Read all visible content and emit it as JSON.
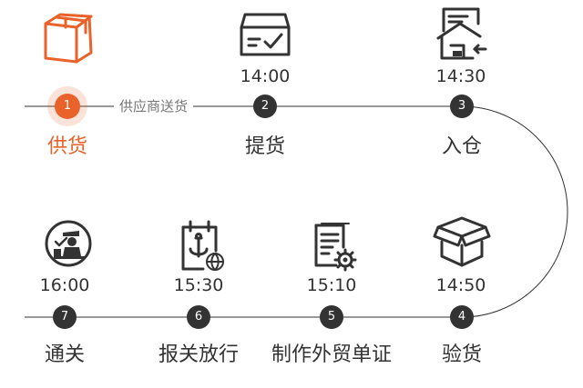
{
  "steps": [
    {
      "num": "1",
      "time": "",
      "label": "供货",
      "icon": "box-icon",
      "active": true
    },
    {
      "num": "2",
      "time": "14:00",
      "label": "提货",
      "icon": "delivery-box-check-icon",
      "active": false
    },
    {
      "num": "3",
      "time": "14:30",
      "label": "入仓",
      "icon": "warehouse-checkin-icon",
      "active": false
    },
    {
      "num": "4",
      "time": "14:50",
      "label": "验货",
      "icon": "open-box-icon",
      "active": false
    },
    {
      "num": "5",
      "time": "15:10",
      "label": "制作外贸单证",
      "icon": "document-settings-icon",
      "active": false
    },
    {
      "num": "6",
      "time": "15:30",
      "label": "报关放行",
      "icon": "customs-calendar-icon",
      "active": false
    },
    {
      "num": "7",
      "time": "16:00",
      "label": "通关",
      "icon": "customs-officer-icon",
      "active": false
    }
  ],
  "connector_note": "供应商送货",
  "colors": {
    "accent": "#e8622a",
    "dark": "#333333",
    "line": "#333333"
  }
}
